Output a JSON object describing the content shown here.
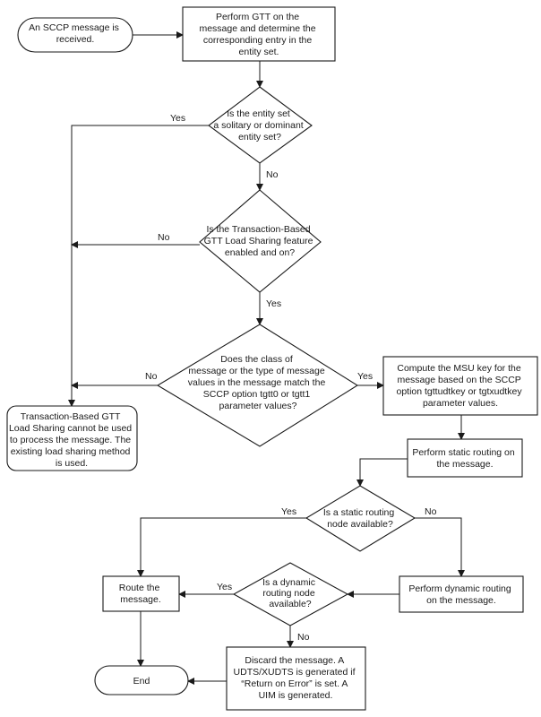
{
  "nodes": {
    "start": {
      "lines": [
        "An SCCP message is",
        "received."
      ]
    },
    "perform_gtt": {
      "lines": [
        "Perform GTT on the",
        "message and determine the",
        "corresponding entry in the",
        "entity set."
      ]
    },
    "decision_solitary": {
      "lines": [
        "Is the entity set",
        "a solitary or dominant",
        "entity set?"
      ]
    },
    "decision_feature": {
      "lines": [
        "Is the Transaction-Based",
        "GTT Load Sharing feature",
        "enabled and on?"
      ]
    },
    "decision_class": {
      "lines": [
        "Does the class of",
        "message or the type of message",
        "values in the message match the",
        "SCCP option tgtt0 or tgtt1",
        "parameter values?"
      ]
    },
    "compute_msu": {
      "lines": [
        "Compute the MSU key for the",
        "message based on the SCCP",
        "option tgttudtkey or tgtxudtkey",
        "parameter values."
      ]
    },
    "cannot_use": {
      "lines": [
        "Transaction-Based GTT",
        "Load Sharing cannot be used",
        "to process the message. The",
        "existing load sharing method",
        "is used."
      ]
    },
    "static_routing": {
      "lines": [
        "Perform static routing on",
        "the message."
      ]
    },
    "decision_static": {
      "lines": [
        "Is a static routing",
        "node available?"
      ]
    },
    "dynamic_routing": {
      "lines": [
        "Perform dynamic routing",
        "on the message."
      ]
    },
    "decision_dynamic": {
      "lines": [
        "Is a dynamic",
        "routing node",
        "available?"
      ]
    },
    "route_message": {
      "lines": [
        "Route the",
        "message."
      ]
    },
    "discard": {
      "lines": [
        "Discard the message. A",
        "UDTS/XUDTS is generated if",
        "“Return on Error” is set. A",
        "UIM is generated."
      ]
    },
    "end": {
      "lines": [
        "End"
      ]
    }
  },
  "edge_labels": {
    "solitary_yes": "Yes",
    "solitary_no": "No",
    "feature_no": "No",
    "feature_yes": "Yes",
    "class_no": "No",
    "class_yes": "Yes",
    "static_yes": "Yes",
    "static_no": "No",
    "dynamic_yes": "Yes",
    "dynamic_no": "No"
  }
}
